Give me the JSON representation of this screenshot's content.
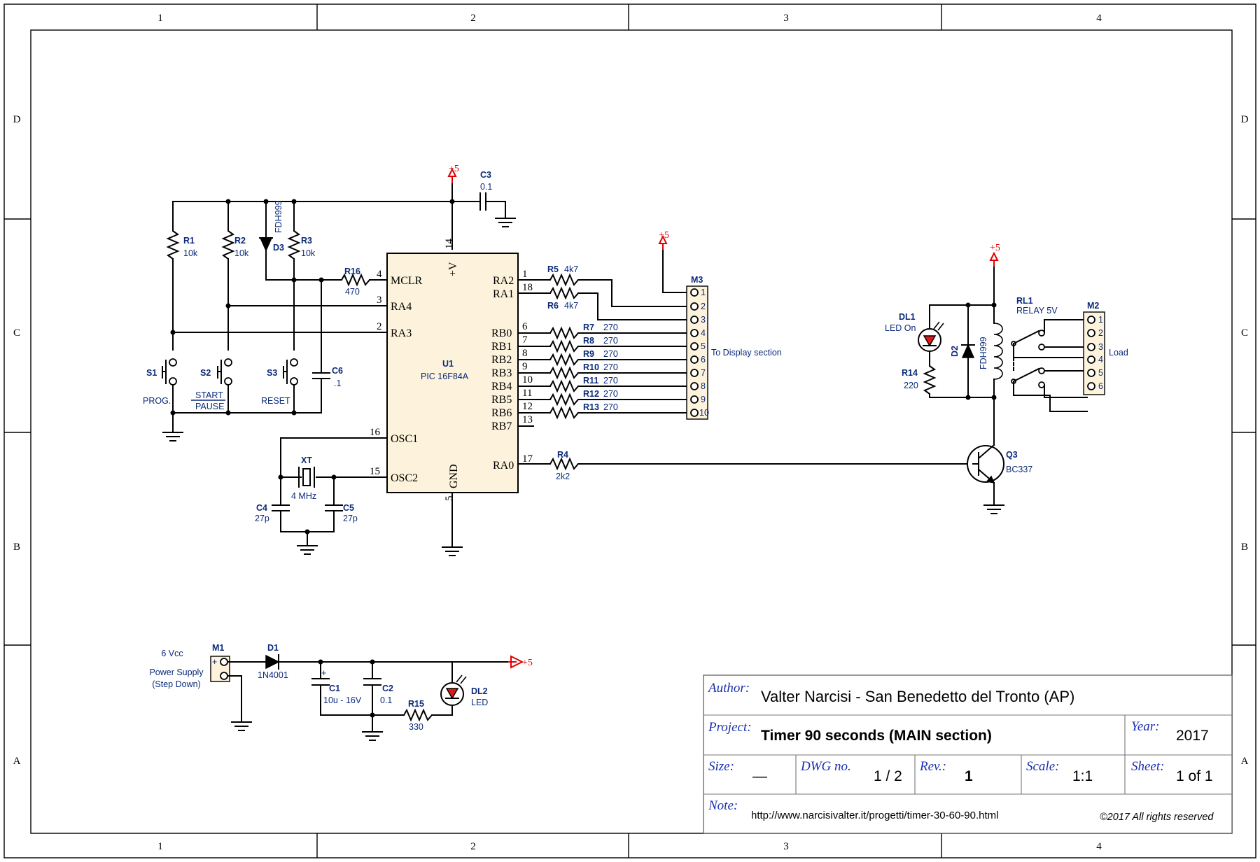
{
  "grid": {
    "columns": [
      "1",
      "2",
      "3",
      "4"
    ],
    "rows": [
      "D",
      "C",
      "B",
      "A"
    ]
  },
  "power_label": "+5",
  "mcu": {
    "ref": "U1",
    "value": "PIC 16F84A",
    "vdd": "+V",
    "gnd": "GND",
    "pins_left": [
      {
        "name": "MCLR",
        "num": "4"
      },
      {
        "name": "RA4",
        "num": "3"
      },
      {
        "name": "RA3",
        "num": "2"
      },
      {
        "name": "OSC1",
        "num": "16"
      },
      {
        "name": "OSC2",
        "num": "15"
      }
    ],
    "pins_right": [
      {
        "name": "RA2",
        "num": "1"
      },
      {
        "name": "RA1",
        "num": "18"
      },
      {
        "name": "RB0",
        "num": "6"
      },
      {
        "name": "RB1",
        "num": "7"
      },
      {
        "name": "RB2",
        "num": "8"
      },
      {
        "name": "RB3",
        "num": "9"
      },
      {
        "name": "RB4",
        "num": "10"
      },
      {
        "name": "RB5",
        "num": "11"
      },
      {
        "name": "RB6",
        "num": "12"
      },
      {
        "name": "RB7",
        "num": "13"
      },
      {
        "name": "RA0",
        "num": "17"
      }
    ],
    "vdd_pin": "14",
    "gnd_pin": "5"
  },
  "components": {
    "r1": {
      "ref": "R1",
      "value": "10k"
    },
    "r2": {
      "ref": "R2",
      "value": "10k"
    },
    "r3": {
      "ref": "R3",
      "value": "10k"
    },
    "d3": {
      "ref": "D3",
      "value": "FDH999"
    },
    "r16": {
      "ref": "R16",
      "value": "470"
    },
    "c3": {
      "ref": "C3",
      "value": "0.1"
    },
    "c6": {
      "ref": "C6",
      "value": ".1"
    },
    "s1": {
      "ref": "S1",
      "label": "PROG."
    },
    "s2": {
      "ref": "S2",
      "label_top": "START",
      "label_bottom": "PAUSE"
    },
    "s3": {
      "ref": "S3",
      "label": "RESET"
    },
    "xt": {
      "ref": "XT",
      "value": "4 MHz"
    },
    "c4": {
      "ref": "C4",
      "value": "27p"
    },
    "c5": {
      "ref": "C5",
      "value": "27p"
    },
    "r5": {
      "ref": "R5",
      "value": "4k7"
    },
    "r6": {
      "ref": "R6",
      "value": "4k7"
    },
    "rb_resistors": [
      {
        "ref": "R7",
        "value": "270"
      },
      {
        "ref": "R8",
        "value": "270"
      },
      {
        "ref": "R9",
        "value": "270"
      },
      {
        "ref": "R10",
        "value": "270"
      },
      {
        "ref": "R11",
        "value": "270"
      },
      {
        "ref": "R12",
        "value": "270"
      },
      {
        "ref": "R13",
        "value": "270"
      }
    ],
    "r4": {
      "ref": "R4",
      "value": "2k2"
    },
    "m3": {
      "ref": "M3",
      "pins": [
        "1",
        "2",
        "3",
        "4",
        "5",
        "6",
        "7",
        "8",
        "9",
        "10"
      ],
      "label": "To Display section"
    },
    "dl1": {
      "ref": "DL1",
      "value": "LED On"
    },
    "r14": {
      "ref": "R14",
      "value": "220"
    },
    "d2": {
      "ref": "D2",
      "value": "FDH999"
    },
    "rl1": {
      "ref": "RL1",
      "value": "RELAY 5V"
    },
    "m2": {
      "ref": "M2",
      "pins": [
        "1",
        "2",
        "3",
        "4",
        "5",
        "6"
      ],
      "label": "Load"
    },
    "q3": {
      "ref": "Q3",
      "value": "BC337"
    },
    "m1": {
      "ref": "M1",
      "label_lines": [
        "6 Vcc",
        "Power Supply",
        "(Step Down)"
      ]
    },
    "d1": {
      "ref": "D1",
      "value": "1N4001"
    },
    "c1": {
      "ref": "C1",
      "value": "10u - 16V"
    },
    "c2": {
      "ref": "C2",
      "value": "0.1"
    },
    "r15": {
      "ref": "R15",
      "value": "330"
    },
    "dl2": {
      "ref": "DL2",
      "value": "LED"
    }
  },
  "title_block": {
    "author_label": "Author:",
    "author": "Valter Narcisi - San Benedetto del Tronto (AP)",
    "project_label": "Project:",
    "project": "Timer 90 seconds (MAIN section)",
    "year_label": "Year:",
    "year": "2017",
    "size_label": "Size:",
    "size": "—",
    "dwg_label": "DWG no.",
    "dwg": "1 / 2",
    "rev_label": "Rev.:",
    "rev": "1",
    "scale_label": "Scale:",
    "scale": "1:1",
    "sheet_label": "Sheet:",
    "sheet": "1 of 1",
    "note_label": "Note:",
    "note": "http://www.narcisivalter.it/progetti/timer-30-60-90.html",
    "copyright": "©2017 All rights reserved"
  },
  "colors": {
    "component_text": "#0a2a7a",
    "power_symbol": "#e00000",
    "chip_fill": "#fdf3dc",
    "title_labels": "#1a2fb0"
  }
}
